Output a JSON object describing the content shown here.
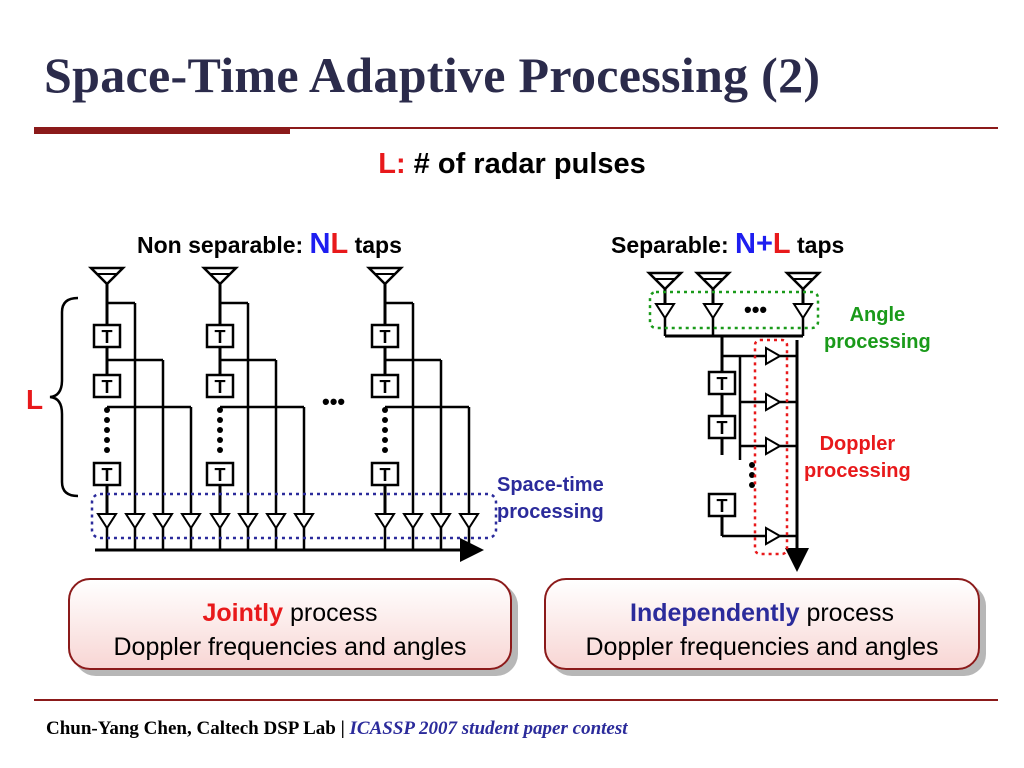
{
  "title": "Space-Time Adaptive Processing (2)",
  "subtitle": {
    "symbol": "L:",
    "text": "# of radar pulses"
  },
  "left_panel": {
    "header_prefix": "Non separable:",
    "header_n": "N",
    "header_l": "L",
    "header_suffix": "taps",
    "brace_label": "L",
    "tap_label": "T",
    "ellipsis": "•••",
    "group_label_line1": "Space-time",
    "group_label_line2": "processing",
    "group_label_color": "#2b2b9b",
    "box_keyword": "Jointly",
    "box_keyword_rest": "process",
    "box_line2": "Doppler frequencies and angles"
  },
  "right_panel": {
    "header_prefix": "Separable:",
    "header_n": "N",
    "header_plus": "+",
    "header_l": "L",
    "header_suffix": "taps",
    "tap_label": "T",
    "ellipsis": "•••",
    "angle_label_line1": "Angle",
    "angle_label_line2": "processing",
    "angle_color": "#1a9a1a",
    "doppler_label_line1": "Doppler",
    "doppler_label_line2": "processing",
    "doppler_color": "#e8191b",
    "box_keyword": "Independently",
    "box_keyword_rest": "process",
    "box_line2": "Doppler frequencies and angles"
  },
  "footer": {
    "author": "Chun-Yang Chen, Caltech DSP Lab",
    "separator": " | ",
    "contest": "ICASSP 2007 student paper contest"
  },
  "colors": {
    "title": "#2b2b4b",
    "accent_rule": "#8b1a1a",
    "red": "#e8191b",
    "blue": "#1e1ef0"
  }
}
